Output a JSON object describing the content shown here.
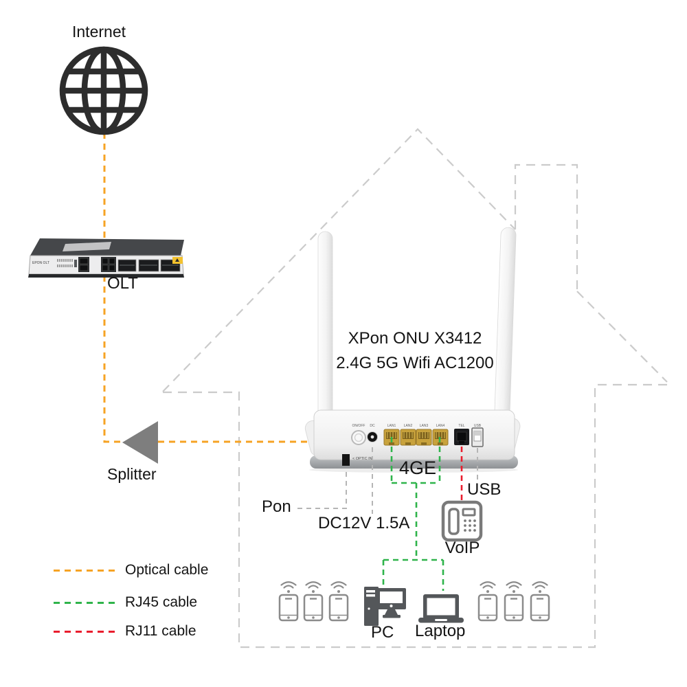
{
  "nodes": {
    "internet": {
      "label": "Internet"
    },
    "olt": {
      "label": "OLT",
      "panel_text": "EPON OLT"
    },
    "splitter": {
      "label": "Splitter"
    },
    "onu": {
      "title_line1": "XPon ONU X3412",
      "title_line2": "2.4G 5G Wifi AC1200",
      "ports": [
        "ON/OFF",
        "DC",
        "LAN1",
        "LAN2",
        "LAN3",
        "LAN4",
        "TEL",
        "USB"
      ],
      "optic_in_label": "< OPTIC IN"
    },
    "voip": {
      "label": "VoIP"
    },
    "pc": {
      "label": "PC"
    },
    "laptop": {
      "label": "Laptop"
    }
  },
  "callouts": {
    "pon": "Pon",
    "power": "DC12V 1.5A",
    "lan_group": "4GE",
    "usb": "USB"
  },
  "legend": [
    {
      "label": "Optical cable",
      "color": "#F6A324"
    },
    {
      "label": "RJ45 cable",
      "color": "#2FB44B"
    },
    {
      "label": "RJ11 cable",
      "color": "#E91D2D"
    }
  ],
  "colors": {
    "optical_cable": "#F6A324",
    "rj45_cable": "#2FB44B",
    "rj11_cable": "#E91D2D",
    "callout_line": "#B5B5B5",
    "house_outline": "#CBCBCB",
    "device_gray": "#8B8B8B",
    "dark_device": "#54575A"
  }
}
